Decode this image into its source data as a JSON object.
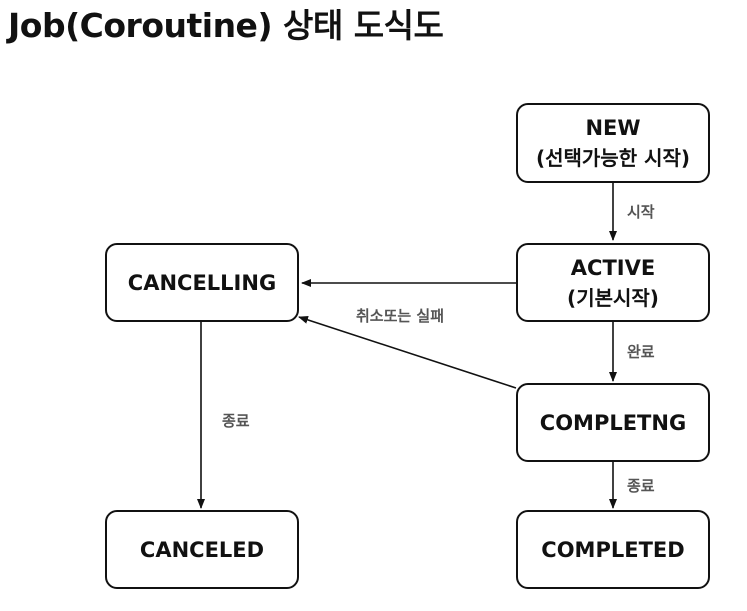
{
  "title": "Job(Coroutine) 상태 도식도",
  "nodes": {
    "new": {
      "label": "NEW",
      "sub": "(선택가능한 시작)"
    },
    "active": {
      "label": "ACTIVE",
      "sub": "(기본시작)"
    },
    "completing": {
      "label": "COMPLETNG"
    },
    "completed": {
      "label": "COMPLETED"
    },
    "cancelling": {
      "label": "CANCELLING"
    },
    "canceled": {
      "label": "CANCELED"
    }
  },
  "edges": {
    "new_to_active": "시작",
    "active_to_completing": "완료",
    "completing_to_completed": "종료",
    "to_cancelling": "취소또는 실패",
    "cancelling_to_canceled": "종료"
  }
}
